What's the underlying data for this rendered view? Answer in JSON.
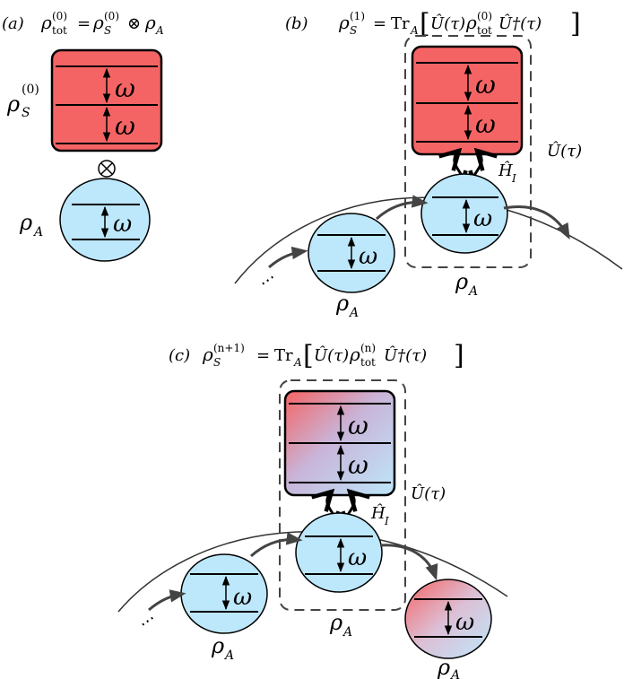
{
  "colors": {
    "system_red": "#f56464",
    "atom_blue": "#bde7fb",
    "stroke": "#000000",
    "dashed": "#444444",
    "trajectory": "#333333"
  },
  "panel_a": {
    "tag": "(a)",
    "equation": "ρ(0)tot = ρ(0)S ⊗ ρA",
    "rho": "ρ",
    "sub_S": "S",
    "sup_0": "(0)",
    "sub_tot": "tot",
    "otimes": "⊗",
    "sub_A": "A",
    "omega": "ω"
  },
  "panel_b": {
    "tag": "(b)",
    "rho": "ρ",
    "sup_1": "(1)",
    "sub_S": "S",
    "equals": "=",
    "tr": "Tr",
    "sub_A": "A",
    "u_expr": "Û(τ)",
    "u_dag": "Û†(τ)",
    "sup_0": "(0)",
    "sub_tot": "tot",
    "hamiltonian": "Ĥ",
    "sub_I": "I",
    "dots": "⋯",
    "omega": "ω"
  },
  "panel_c": {
    "tag": "(c)",
    "rho": "ρ",
    "sup_n1": "(n+1)",
    "sup_n": "(n)",
    "sub_S": "S",
    "sub_tot": "tot",
    "equals": "=",
    "tr": "Tr",
    "sub_A": "A",
    "u_expr": "Û(τ)",
    "u_dag": "Û†(τ)",
    "hamiltonian": "Ĥ",
    "sub_I": "I",
    "dots": "⋯",
    "omega": "ω"
  }
}
